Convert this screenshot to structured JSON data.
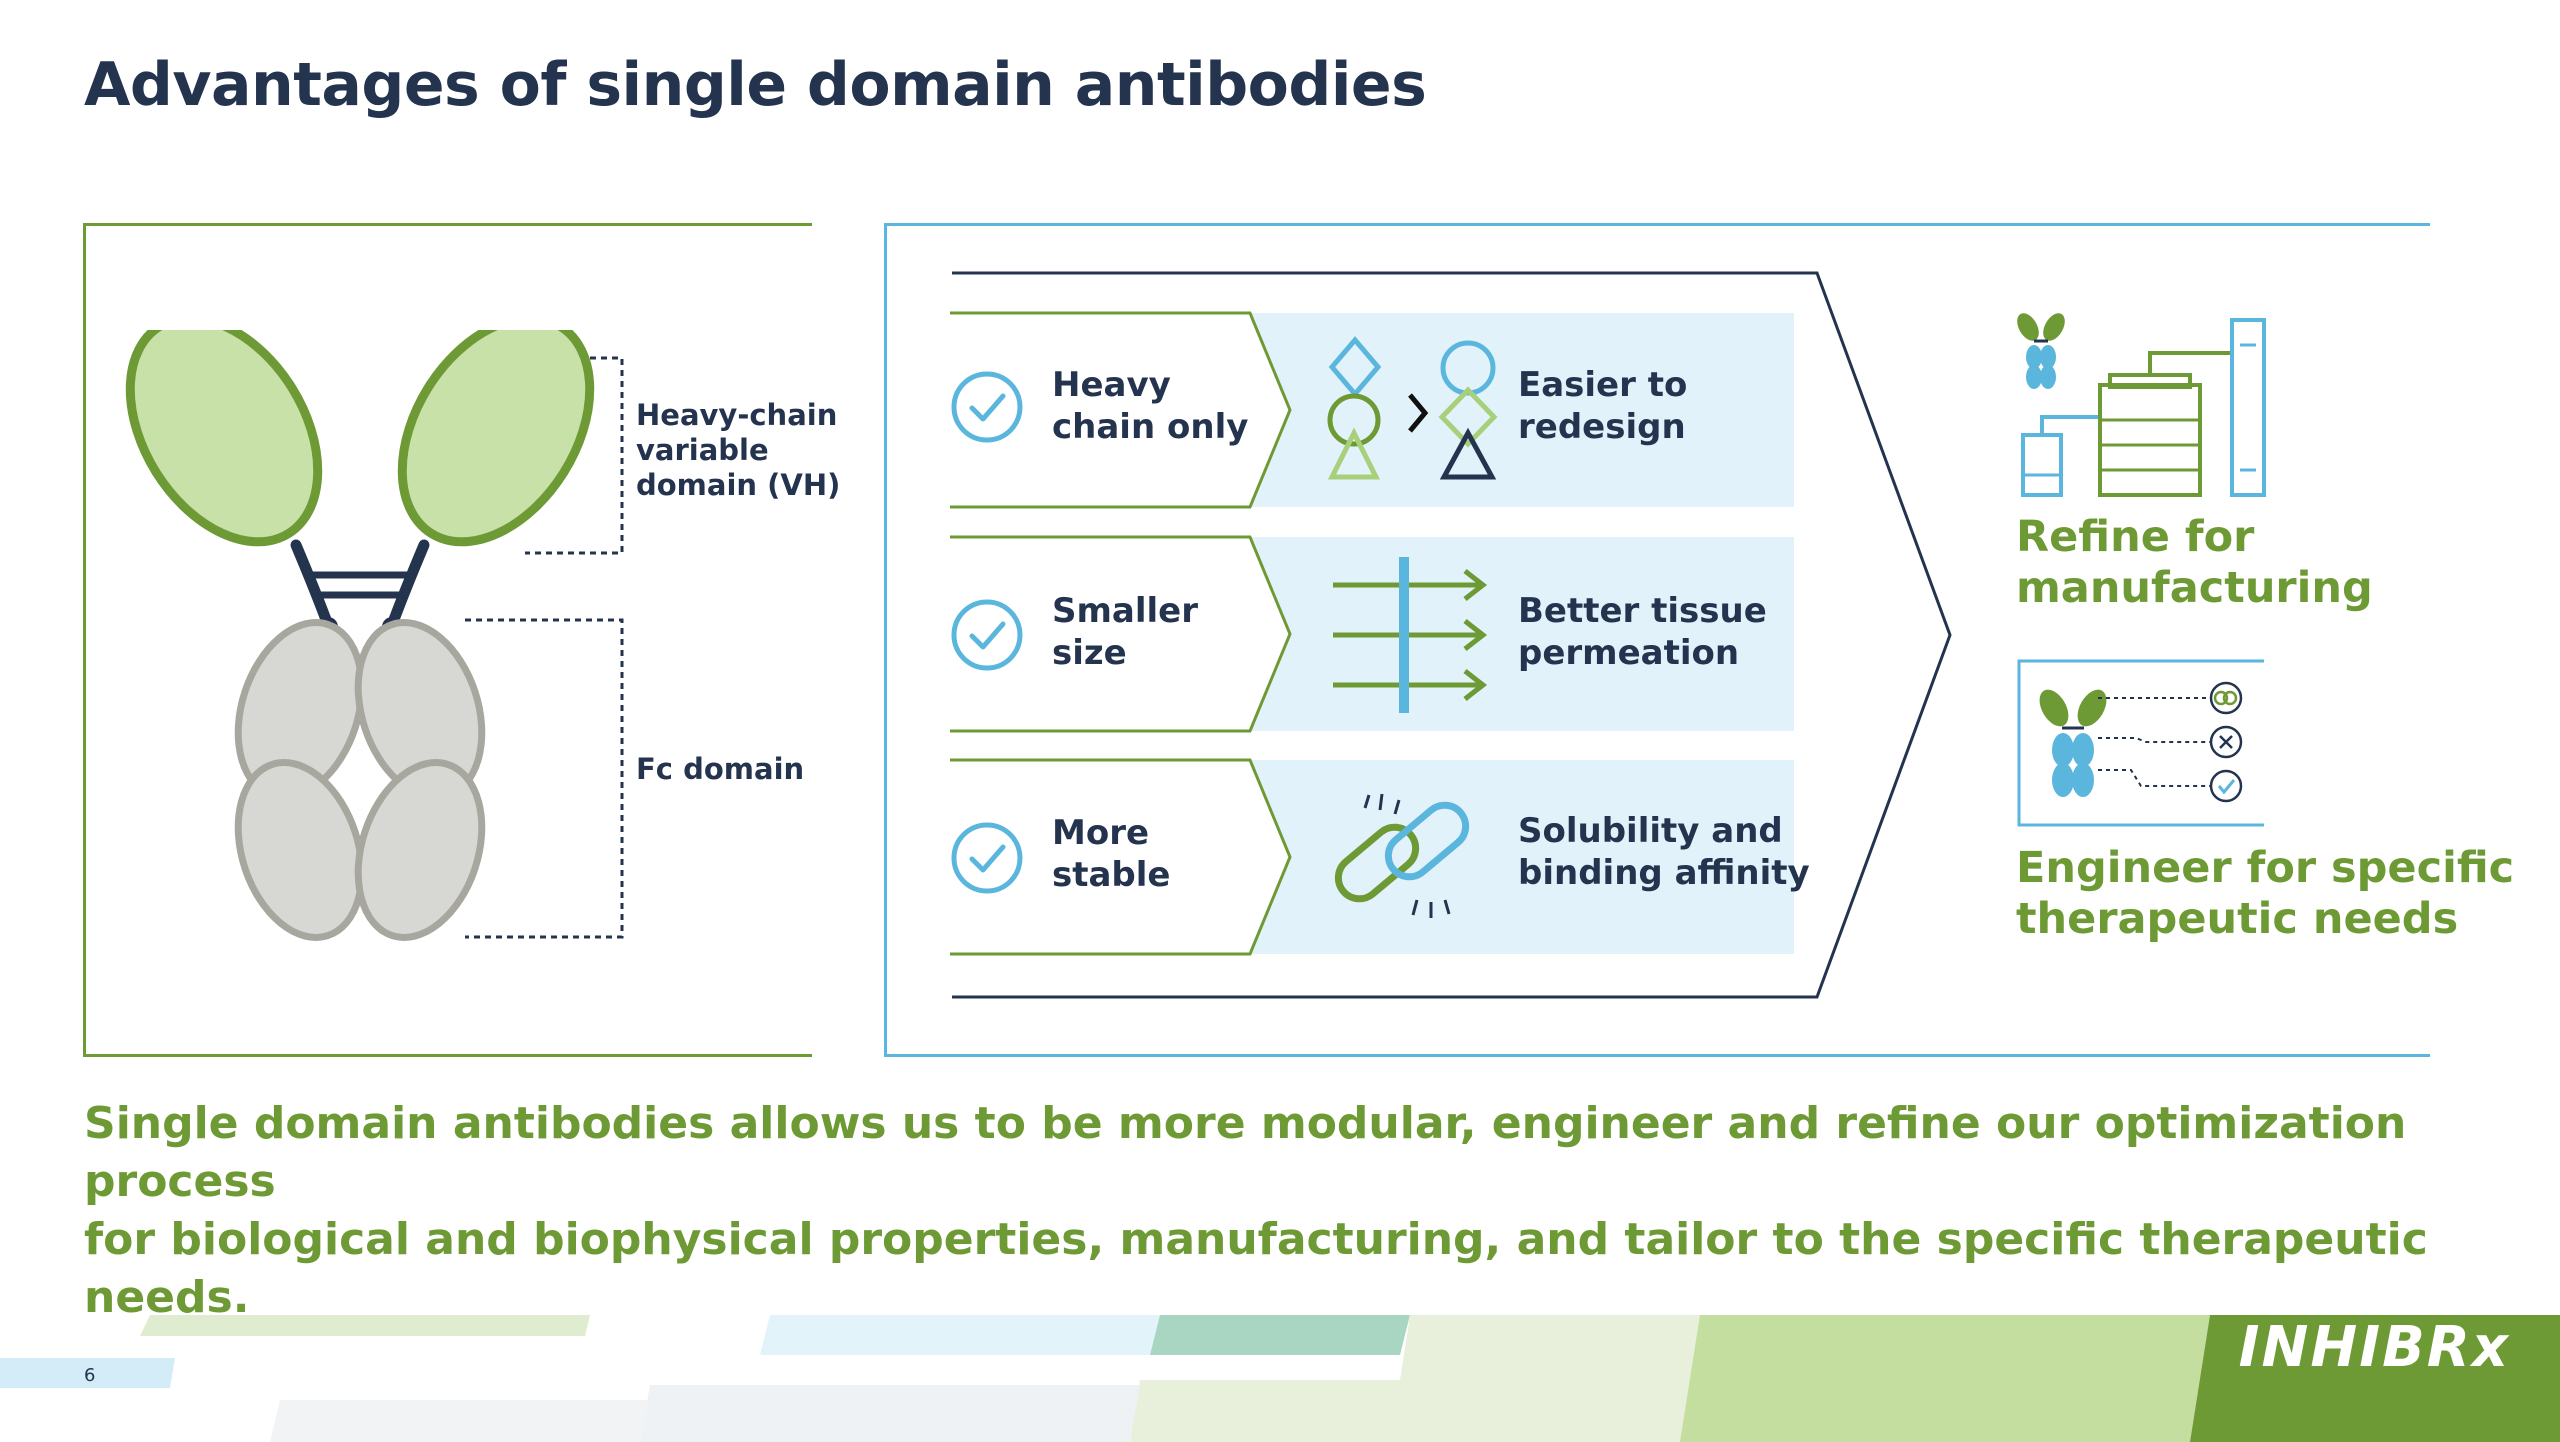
{
  "title": "Advantages of single domain antibodies",
  "diagram": {
    "vh_label": [
      "Heavy-chain",
      "variable",
      "domain (VH)"
    ],
    "fc_label": "Fc domain"
  },
  "rows": [
    {
      "label": [
        "Heavy",
        "chain only"
      ],
      "benefit": [
        "Easier to",
        "redesign"
      ],
      "icon": "shapes-redesign-icon"
    },
    {
      "label": [
        "Smaller",
        "size"
      ],
      "benefit": [
        "Better tissue",
        "permeation"
      ],
      "icon": "arrows-through-barrier-icon"
    },
    {
      "label": [
        "More",
        "stable"
      ],
      "benefit": [
        "Solubility and",
        "binding affinity"
      ],
      "icon": "chain-link-icon"
    }
  ],
  "outcomes": [
    {
      "label": [
        "Refine for",
        "manufacturing"
      ],
      "icon": "manufacturing-plant-icon"
    },
    {
      "label": [
        "Engineer for specific",
        "therapeutic needs"
      ],
      "icon": "antibody-checklist-icon"
    }
  ],
  "summary": [
    "Single domain antibodies allows us to be more modular, engineer and refine our optimization process",
    "for biological and biophysical properties, manufacturing, and tailor to the specific therapeutic needs."
  ],
  "page_number": "6",
  "logo_text": "INHIBRx",
  "colors": {
    "navy": "#24344f",
    "green": "#6e9a35",
    "blue": "#5bb6de",
    "light_blue": "#e2f2fa"
  }
}
